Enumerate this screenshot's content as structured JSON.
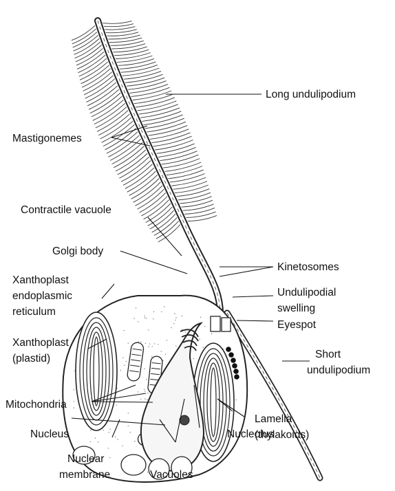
{
  "labels": {
    "long_undulipodium": "Long undulipodium",
    "mastigonemes": "Mastigonemes",
    "contractile_vacuole": "Contractile vacuole",
    "golgi_body": "Golgi body",
    "kinetosomes": "Kinetosomes",
    "xanthoplast_er_line1": "Xanthoplast",
    "xanthoplast_er_line2": "endoplasmic",
    "xanthoplast_er_line3": "reticulum",
    "undulipodial_swelling_line1": "Undulipodial",
    "undulipodial_swelling_line2": "swelling",
    "eyespot": "Eyespot",
    "xanthoplast_plastid_line1": "Xanthoplast",
    "xanthoplast_plastid_line2": "(plastid)",
    "short_undulipodium_line1": "Short",
    "short_undulipodium_line2": "undulipodium",
    "mitochondria": "Mitochondria",
    "lamella_line1": "Lamella",
    "lamella_line2": "(thylakoids)",
    "nucleus": "Nucleus",
    "nucleolus": "Nucleolus",
    "nuclear_membrane_line1": "Nuclear",
    "nuclear_membrane_line2": "membrane",
    "vacuoles": "Vacuoles"
  }
}
